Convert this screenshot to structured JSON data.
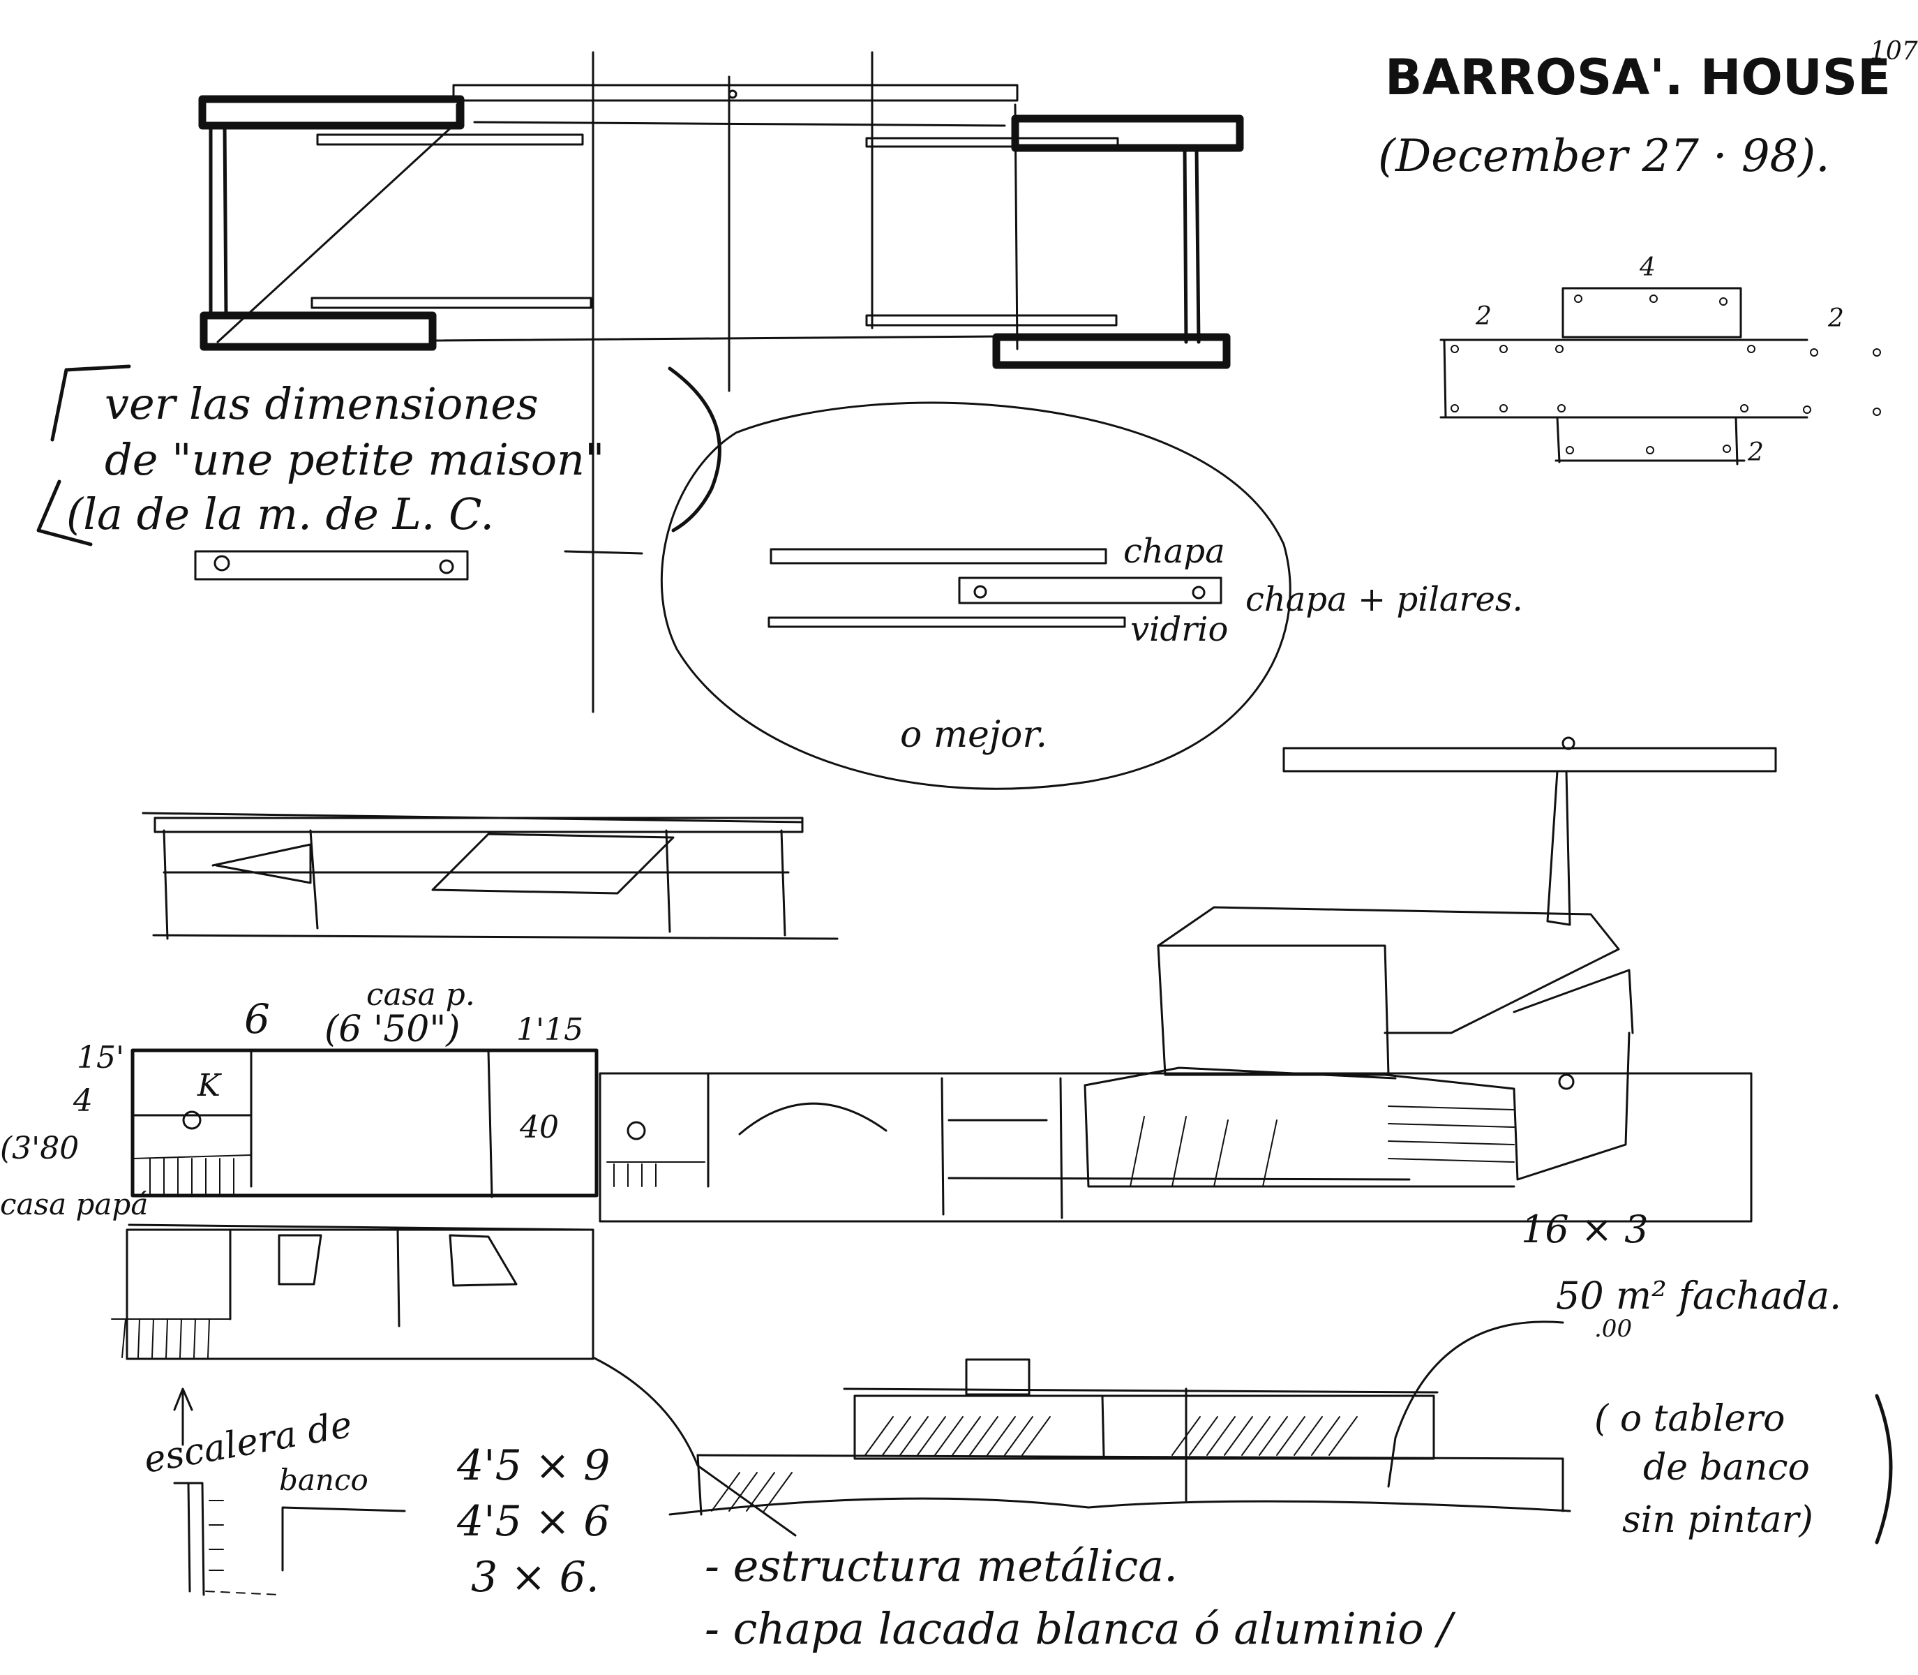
{
  "header": {
    "title": "BARROSA'. HOUSE",
    "date": "(December 27 · 98).",
    "page_number": "107"
  },
  "plan_note": {
    "line1": "ver las dimensiones",
    "line2": "de \"une petite maison\"",
    "line3": "(la de la m. de L. C."
  },
  "cross_section": {
    "labels": [
      "chapa",
      "chapa + pilares.",
      "vidrio"
    ],
    "note": "o mejor."
  },
  "grid_diagram": {
    "top_label": "4",
    "left_label": "2",
    "right_label": "2",
    "bottom_label": "2"
  },
  "elevation": {
    "label_6": "6",
    "label_casa": "casa p.",
    "label_650": "(6 '50\")",
    "label_115": "1'15",
    "label_15": "15'",
    "label_4": "4",
    "label_380": "(3'80",
    "label_casa_papa": "casa papá",
    "label_k": "K",
    "label_40": "40"
  },
  "area_note": {
    "dims": "16 × 3",
    "area": "50 m² fachada.",
    "sub": ".00"
  },
  "bench_note": {
    "line1": "( o tablero",
    "line2": "de banco",
    "line3": "sin pintar)"
  },
  "stair_note": {
    "line1": "escalera de",
    "line2": "banco"
  },
  "dimension_list": [
    "4'5 × 9",
    "4'5 × 6",
    "3 × 6."
  ],
  "structure_note": {
    "line1": "- estructura metálica.",
    "line2": "- chapa lacada blanca ó aluminio /"
  }
}
